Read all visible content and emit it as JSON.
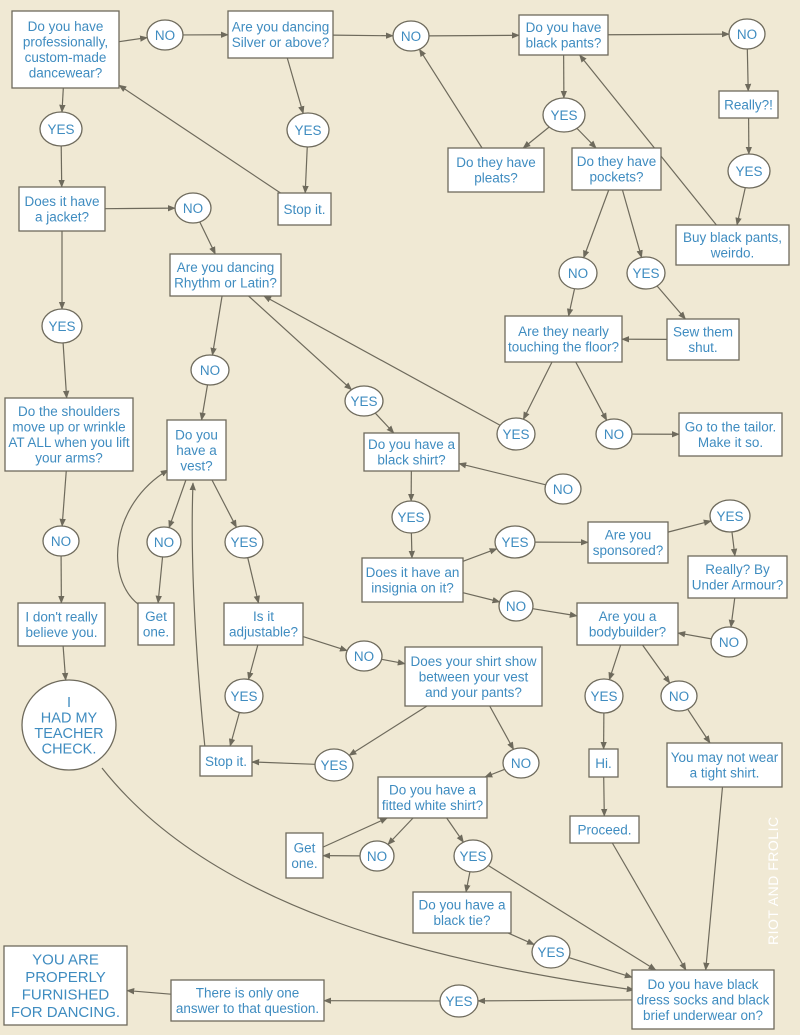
{
  "diagram": {
    "credit": "RIOT AND FROLIC",
    "nodes": [
      {
        "id": "q_custom",
        "shape": "box",
        "lines": [
          "Do you have",
          "professionally,",
          "custom-made",
          "dancewear?"
        ]
      },
      {
        "id": "no_1",
        "shape": "oval",
        "lines": [
          "NO"
        ]
      },
      {
        "id": "q_silver",
        "shape": "box",
        "lines": [
          "Are you dancing",
          "Silver or above?"
        ]
      },
      {
        "id": "no_2",
        "shape": "oval",
        "lines": [
          "NO"
        ]
      },
      {
        "id": "q_black_pants",
        "shape": "box",
        "lines": [
          "Do you have",
          "black pants?"
        ]
      },
      {
        "id": "no_3",
        "shape": "oval",
        "lines": [
          "NO"
        ]
      },
      {
        "id": "really_1",
        "shape": "box",
        "lines": [
          "Really?!"
        ]
      },
      {
        "id": "yes_really",
        "shape": "oval",
        "lines": [
          "YES"
        ]
      },
      {
        "id": "buy_pants",
        "shape": "box",
        "lines": [
          "Buy black pants,",
          "weirdo."
        ]
      },
      {
        "id": "yes_1",
        "shape": "oval",
        "lines": [
          "YES"
        ]
      },
      {
        "id": "yes_silver",
        "shape": "oval",
        "lines": [
          "YES"
        ]
      },
      {
        "id": "stop_1",
        "shape": "box",
        "lines": [
          "Stop it."
        ]
      },
      {
        "id": "yes_pants",
        "shape": "oval",
        "lines": [
          "YES"
        ]
      },
      {
        "id": "q_pleats",
        "shape": "box",
        "lines": [
          "Do they have",
          "pleats?"
        ]
      },
      {
        "id": "q_pockets",
        "shape": "box",
        "lines": [
          "Do they have",
          "pockets?"
        ]
      },
      {
        "id": "q_jacket",
        "shape": "box",
        "lines": [
          "Does it have",
          "a jacket?"
        ]
      },
      {
        "id": "no_jacket",
        "shape": "oval",
        "lines": [
          "NO"
        ]
      },
      {
        "id": "q_rhythm",
        "shape": "box",
        "lines": [
          "Are you dancing",
          "Rhythm or Latin?"
        ]
      },
      {
        "id": "no_pockets",
        "shape": "oval",
        "lines": [
          "NO"
        ]
      },
      {
        "id": "yes_pockets",
        "shape": "oval",
        "lines": [
          "YES"
        ]
      },
      {
        "id": "sew_shut",
        "shape": "box",
        "lines": [
          "Sew them",
          "shut."
        ]
      },
      {
        "id": "q_touching",
        "shape": "box",
        "lines": [
          "Are they nearly",
          "touching the floor?"
        ]
      },
      {
        "id": "yes_jacket",
        "shape": "oval",
        "lines": [
          "YES"
        ]
      },
      {
        "id": "no_rhythm",
        "shape": "oval",
        "lines": [
          "NO"
        ]
      },
      {
        "id": "yes_rhythm",
        "shape": "oval",
        "lines": [
          "YES"
        ]
      },
      {
        "id": "q_shoulders",
        "shape": "box",
        "lines": [
          "Do the shoulders",
          "move up or wrinkle",
          "AT ALL when you lift",
          "your arms?"
        ]
      },
      {
        "id": "q_vest",
        "shape": "box",
        "lines": [
          "Do you",
          "have a",
          "vest?"
        ]
      },
      {
        "id": "yes_touching",
        "shape": "oval",
        "lines": [
          "YES"
        ]
      },
      {
        "id": "no_touching",
        "shape": "oval",
        "lines": [
          "NO"
        ]
      },
      {
        "id": "tailor",
        "shape": "box",
        "lines": [
          "Go to the tailor.",
          "Make it so."
        ]
      },
      {
        "id": "q_black_shirt",
        "shape": "box",
        "lines": [
          "Do you have a",
          "black shirt?"
        ]
      },
      {
        "id": "no_black_shirt",
        "shape": "oval",
        "lines": [
          "NO"
        ]
      },
      {
        "id": "yes_black_shirt",
        "shape": "oval",
        "lines": [
          "YES"
        ]
      },
      {
        "id": "no_shoulders",
        "shape": "oval",
        "lines": [
          "NO"
        ]
      },
      {
        "id": "no_vest",
        "shape": "oval",
        "lines": [
          "NO"
        ]
      },
      {
        "id": "yes_vest",
        "shape": "oval",
        "lines": [
          "YES"
        ]
      },
      {
        "id": "yes_insignia",
        "shape": "oval",
        "lines": [
          "YES"
        ]
      },
      {
        "id": "q_sponsored",
        "shape": "box",
        "lines": [
          "Are you",
          "sponsored?"
        ]
      },
      {
        "id": "yes_sponsored",
        "shape": "oval",
        "lines": [
          "YES"
        ]
      },
      {
        "id": "q_insignia",
        "shape": "box",
        "lines": [
          "Does it have an",
          "insignia on it?"
        ]
      },
      {
        "id": "really_ua",
        "shape": "box",
        "lines": [
          "Really?  By",
          "Under Armour?"
        ]
      },
      {
        "id": "get_one_1",
        "shape": "box",
        "lines": [
          "Get",
          "one."
        ]
      },
      {
        "id": "dont_believe",
        "shape": "box",
        "lines": [
          "I don't really",
          "believe you."
        ]
      },
      {
        "id": "no_insignia",
        "shape": "oval",
        "lines": [
          "NO"
        ]
      },
      {
        "id": "q_bodybuilder",
        "shape": "box",
        "lines": [
          "Are you a",
          "bodybuilder?"
        ]
      },
      {
        "id": "q_adjustable",
        "shape": "box",
        "lines": [
          "Is it",
          "adjustable?"
        ]
      },
      {
        "id": "no_ua",
        "shape": "oval",
        "lines": [
          "NO"
        ]
      },
      {
        "id": "no_adjustable",
        "shape": "oval",
        "lines": [
          "NO"
        ]
      },
      {
        "id": "q_shirt_show",
        "shape": "box",
        "lines": [
          "Does your shirt show",
          "between your vest",
          "and your pants?"
        ]
      },
      {
        "id": "teacher",
        "shape": "oval",
        "lines": [
          "I",
          "HAD MY",
          "TEACHER",
          "CHECK."
        ]
      },
      {
        "id": "yes_adjustable",
        "shape": "oval",
        "lines": [
          "YES"
        ]
      },
      {
        "id": "yes_bodybuilder",
        "shape": "oval",
        "lines": [
          "YES"
        ]
      },
      {
        "id": "no_bodybuilder",
        "shape": "oval",
        "lines": [
          "NO"
        ]
      },
      {
        "id": "stop_2",
        "shape": "box",
        "lines": [
          "Stop it."
        ]
      },
      {
        "id": "yes_shirt_show",
        "shape": "oval",
        "lines": [
          "YES"
        ]
      },
      {
        "id": "no_shirt_show",
        "shape": "oval",
        "lines": [
          "NO"
        ]
      },
      {
        "id": "hi",
        "shape": "box",
        "lines": [
          "Hi."
        ]
      },
      {
        "id": "tight_shirt",
        "shape": "box",
        "lines": [
          "You may not wear",
          "a tight shirt."
        ]
      },
      {
        "id": "q_white_shirt",
        "shape": "box",
        "lines": [
          "Do you have a",
          "fitted white shirt?"
        ]
      },
      {
        "id": "proceed",
        "shape": "box",
        "lines": [
          "Proceed."
        ]
      },
      {
        "id": "get_one_2",
        "shape": "box",
        "lines": [
          "Get",
          "one."
        ]
      },
      {
        "id": "yes_white",
        "shape": "oval",
        "lines": [
          "YES"
        ]
      },
      {
        "id": "no_white",
        "shape": "oval",
        "lines": [
          "NO"
        ]
      },
      {
        "id": "q_black_tie",
        "shape": "box",
        "lines": [
          "Do you have a",
          "black tie?"
        ]
      },
      {
        "id": "yes_tie",
        "shape": "oval",
        "lines": [
          "YES"
        ]
      },
      {
        "id": "final_furnished",
        "shape": "box",
        "lines": [
          "YOU ARE",
          "PROPERLY",
          "FURNISHED",
          "FOR DANCING."
        ]
      },
      {
        "id": "one_answer",
        "shape": "box",
        "lines": [
          "There is only one",
          "answer to that question."
        ]
      },
      {
        "id": "yes_socks",
        "shape": "oval",
        "lines": [
          "YES"
        ]
      },
      {
        "id": "q_socks",
        "shape": "box",
        "lines": [
          "Do you have black",
          "dress socks and black",
          "brief underwear on?"
        ]
      }
    ]
  }
}
